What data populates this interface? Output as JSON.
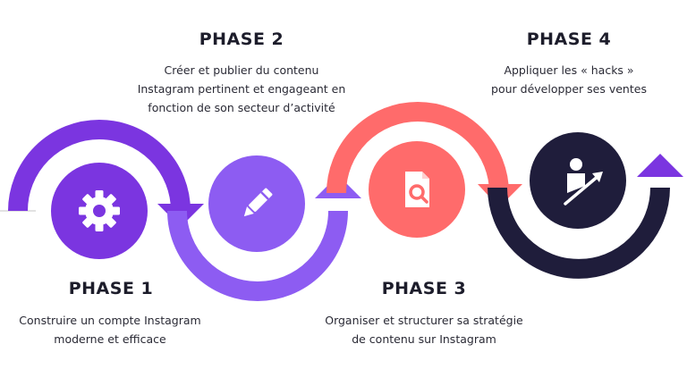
{
  "phases": [
    {
      "title": "PHASE 1",
      "lines": [
        "Construire un compte Instagram",
        "moderne et efficace"
      ],
      "icon": "gear-icon",
      "color": "#7b35e0"
    },
    {
      "title": "PHASE 2",
      "lines": [
        "Créer et publier du contenu",
        "Instagram pertinent et engageant en",
        "fonction de son secteur d’activité"
      ],
      "icon": "pencil-icon",
      "color": "#8d5cf2"
    },
    {
      "title": "PHASE 3",
      "lines": [
        "Organiser et structurer sa stratégie",
        "de contenu sur Instagram"
      ],
      "icon": "document-search-icon",
      "color": "#ff6b6b"
    },
    {
      "title": "PHASE 4",
      "lines": [
        "Appliquer les « hacks »",
        "pour développer ses ventes"
      ],
      "icon": "person-growth-icon",
      "color": "#1f1d3b"
    }
  ],
  "colors": {
    "arc_purple": "#7b35e0",
    "arc_lavender": "#8d5cf2",
    "arc_coral": "#ff6b6b",
    "arc_navy": "#1f1d3b"
  }
}
